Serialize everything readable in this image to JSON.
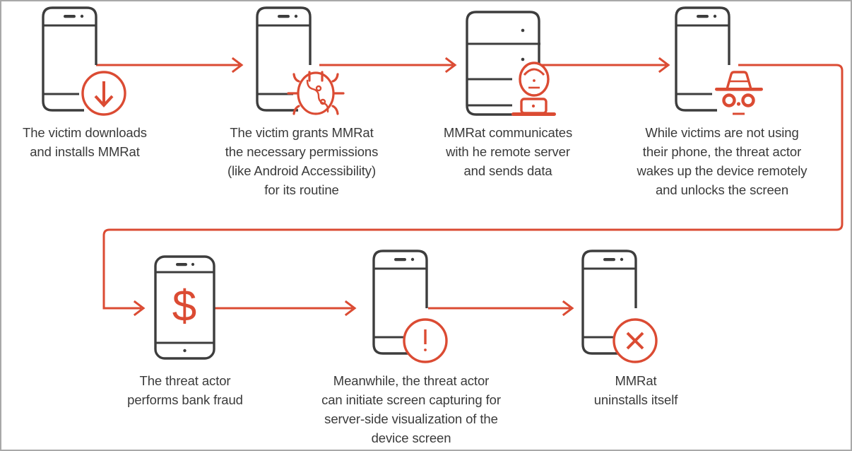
{
  "diagram": {
    "title": "MMRat Android banking trojan infection chain",
    "colors": {
      "accent": "#DB4B33",
      "device": "#3d3d3d",
      "text": "#3a3a3a",
      "background": "#ffffff",
      "frame_border": "#a9a9a9"
    },
    "steps": [
      {
        "index": 1,
        "icon": "download-arrow-icon",
        "device": "phone-partial",
        "caption": "The victim downloads\nand installs MMRat"
      },
      {
        "index": 2,
        "icon": "bug-icon",
        "device": "phone-partial",
        "caption": "The victim grants MMRat\nthe necessary permissions\n(like Android Accessibility)\nfor its routine"
      },
      {
        "index": 3,
        "icon": "person-at-laptop-icon",
        "device": "server-rack",
        "caption": "MMRat communicates\nwith  he remote server\nand sends data"
      },
      {
        "index": 4,
        "icon": "hacker-hat-icon",
        "device": "phone-partial",
        "caption": "While victims are not using\ntheir phone, the threat actor\nwakes up the device remotely\nand unlocks the screen"
      },
      {
        "index": 5,
        "icon": "dollar-sign-icon",
        "device": "phone-full",
        "caption": "The threat actor\nperforms bank fraud"
      },
      {
        "index": 6,
        "icon": "exclamation-circle-icon",
        "device": "phone-partial",
        "caption": "Meanwhile, the threat actor\ncan initiate screen capturing for\nserver-side visualization of the\ndevice screen"
      },
      {
        "index": 7,
        "icon": "cross-circle-icon",
        "device": "phone-partial",
        "caption": "MMRat\nuninstalls itself"
      }
    ],
    "connectors": [
      {
        "name": "connector-step1-to-step2",
        "type": "arrow-right"
      },
      {
        "name": "connector-step2-to-step3",
        "type": "arrow-right"
      },
      {
        "name": "connector-step3-to-step4",
        "type": "arrow-right"
      },
      {
        "name": "connector-step4-to-step5",
        "type": "wrap-around-arrow"
      },
      {
        "name": "connector-step5-to-step6",
        "type": "arrow-right"
      },
      {
        "name": "connector-step6-to-step7",
        "type": "arrow-right"
      }
    ]
  }
}
